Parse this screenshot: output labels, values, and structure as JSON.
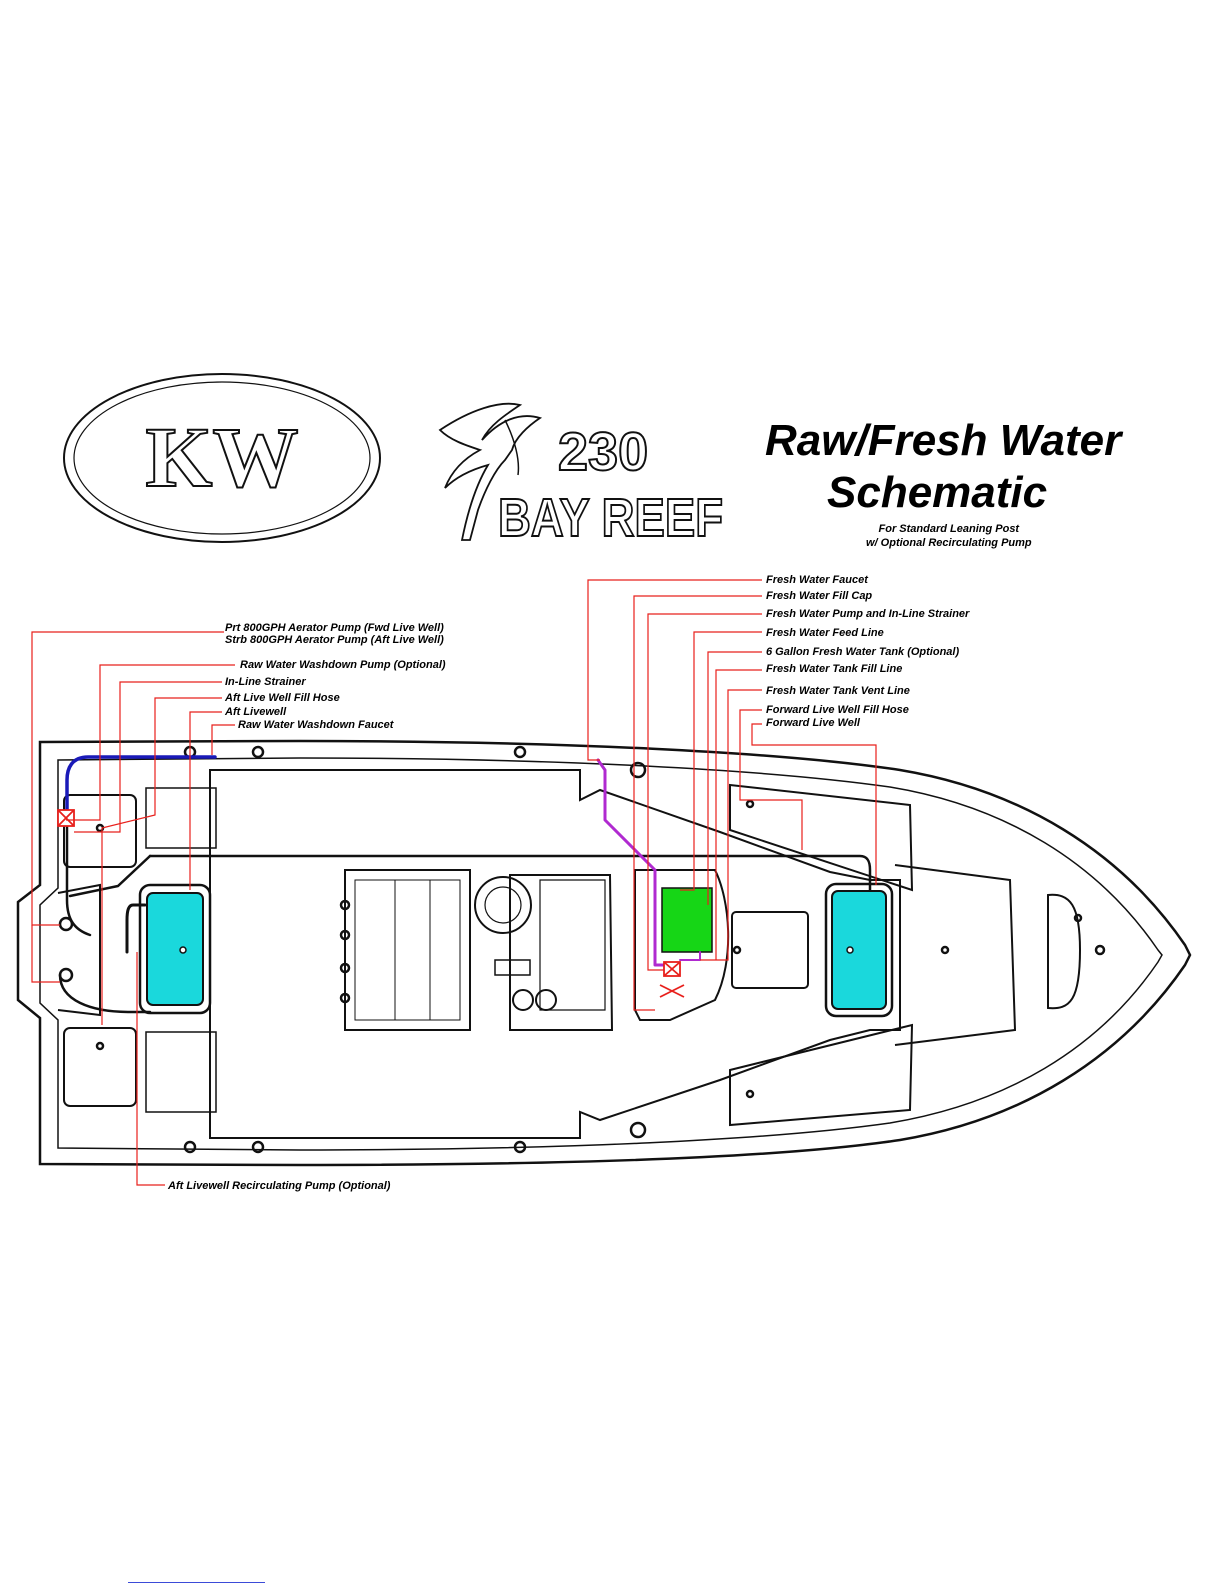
{
  "title_line1": "Raw/Fresh Water",
  "title_line2": "Schematic",
  "subtitle_line1": "For Standard Leaning Post",
  "subtitle_line2": "w/ Optional Recirculating Pump",
  "logo_kw_text": "KW",
  "logo_model_number": "230",
  "logo_model_name": "BAY REEF",
  "labels": {
    "aerator_prt": "Prt 800GPH Aerator Pump (Fwd Live Well)",
    "aerator_strb": "Strb 800GPH Aerator Pump (Aft Live Well)",
    "washdown_pump": "Raw Water Washdown Pump (Optional)",
    "inline_strainer": "In-Line Strainer",
    "aft_fill_hose": "Aft Live Well Fill Hose",
    "aft_livewell": "Aft Livewell",
    "washdown_faucet": "Raw Water Washdown Faucet",
    "fw_faucet": "Fresh Water Faucet",
    "fw_fill_cap": "Fresh Water Fill Cap",
    "fw_pump": "Fresh Water Pump and In-Line Strainer",
    "fw_feed": "Fresh Water Feed Line",
    "fw_tank": "6 Gallon Fresh Water Tank (Optional)",
    "fw_tank_fill": "Fresh Water Tank Fill Line",
    "fw_tank_vent": "Fresh Water Tank Vent Line",
    "fwd_fill_hose": "Forward Live Well Fill Hose",
    "fwd_livewell": "Forward Live Well",
    "recirc_pump": "Aft Livewell Recirculating Pump (Optional)"
  },
  "colors": {
    "leader": "#e8201c",
    "raw_water_line": "#1a1ab8",
    "fresh_water_line": "#b02ad0",
    "livewell_fill": "#1ad8dc",
    "tank_fill": "#16d616",
    "outline": "#111111"
  }
}
